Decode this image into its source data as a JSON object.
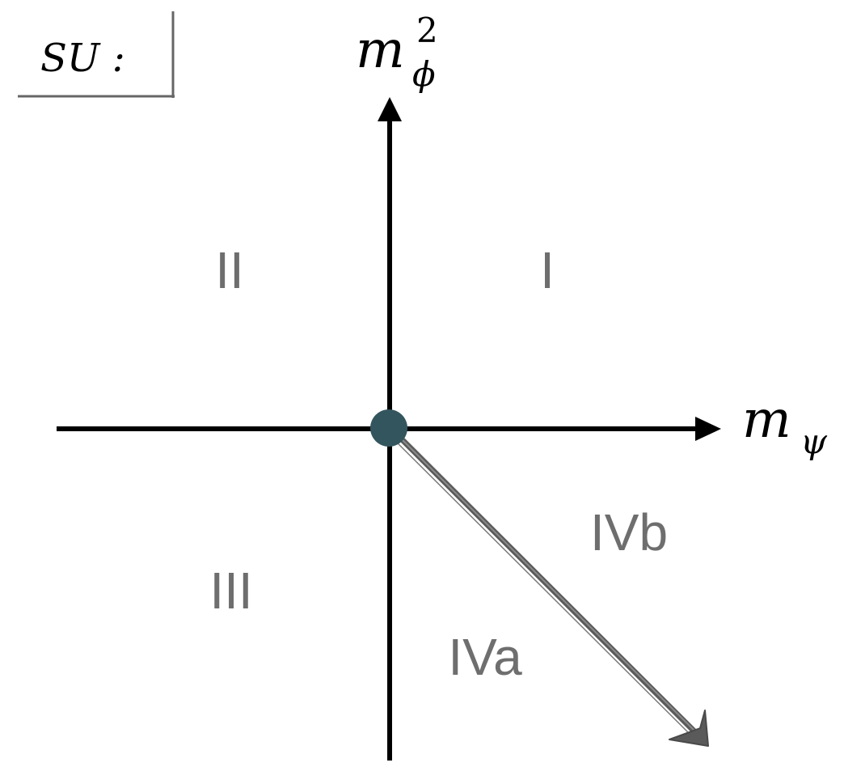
{
  "label_box": {
    "text": "SU :"
  },
  "axes": {
    "y_label": {
      "base": "m",
      "superscript": "2",
      "subscript": "ϕ"
    },
    "x_label": {
      "base": "m",
      "subscript": "ψ"
    }
  },
  "regions": [
    {
      "id": "I",
      "label": "I"
    },
    {
      "id": "II",
      "label": "II"
    },
    {
      "id": "III",
      "label": "III"
    },
    {
      "id": "IVa",
      "label": "IVa"
    },
    {
      "id": "IVb",
      "label": "IVb"
    }
  ],
  "colors": {
    "axis": "#000000",
    "origin_dot": "#33555e",
    "arrow": "#5a5a5a",
    "region_text": "#6e6e6e",
    "box_border": "#666666"
  }
}
